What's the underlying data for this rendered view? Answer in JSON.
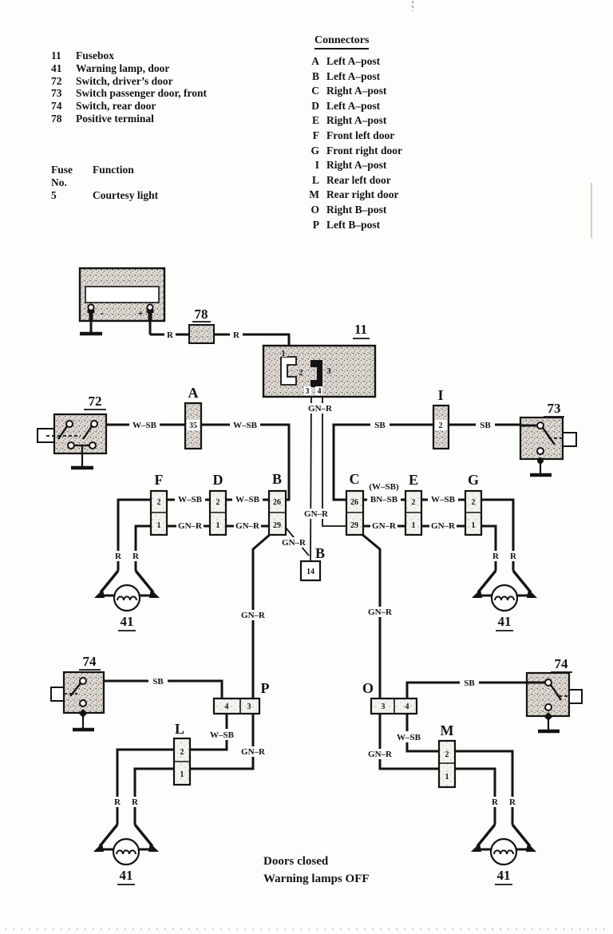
{
  "header": {
    "legend": [
      {
        "num": "11",
        "label": "Fusebox"
      },
      {
        "num": "41",
        "label": "Warning lamp, door"
      },
      {
        "num": "72",
        "label": "Switch, driver’s door"
      },
      {
        "num": "73",
        "label": "Switch passenger door, front"
      },
      {
        "num": "74",
        "label": "Switch, rear door"
      },
      {
        "num": "78",
        "label": "Positive terminal"
      }
    ],
    "fuse_table": {
      "col_fuse": "Fuse",
      "col_no": "No.",
      "col_function": "Function",
      "rows": [
        {
          "no": "5",
          "function": "Courtesy light"
        }
      ]
    },
    "connectors_title": "Connectors",
    "connectors": [
      {
        "key": "A",
        "label": "Left A–post"
      },
      {
        "key": "B",
        "label": "Left A–post"
      },
      {
        "key": "C",
        "label": "Right A–post"
      },
      {
        "key": "D",
        "label": "Left A–post"
      },
      {
        "key": "E",
        "label": "Right A–post"
      },
      {
        "key": "F",
        "label": "Front left door"
      },
      {
        "key": "G",
        "label": "Front right door"
      },
      {
        "key": "I",
        "label": "Right A–post"
      },
      {
        "key": "L",
        "label": "Rear left door"
      },
      {
        "key": "M",
        "label": "Rear right door"
      },
      {
        "key": "O",
        "label": "Right B–post"
      },
      {
        "key": "P",
        "label": "Left B–post"
      }
    ]
  },
  "diagram": {
    "refs": {
      "fusebox": "11",
      "lamp": "41",
      "switch_driver": "72",
      "switch_passenger": "73",
      "switch_rear": "74",
      "positive_terminal": "78"
    },
    "letters": {
      "a": "A",
      "b": "B",
      "c": "C",
      "d": "D",
      "e": "E",
      "f": "F",
      "g": "G",
      "i": "I",
      "l": "L",
      "m": "M",
      "o": "O",
      "p": "P"
    },
    "pins": {
      "n1": "1",
      "n2": "2",
      "n3": "3",
      "n4": "4",
      "n14": "14",
      "n26": "26",
      "n29": "29",
      "n35": "35"
    },
    "wires": {
      "r": "R",
      "sb": "SB",
      "w_sb": "W–SB",
      "gn_r": "GN–R",
      "bn_sb": "BN–SB",
      "w_sb_paren": "(W–SB)"
    },
    "battery": {
      "minus": "-",
      "plus": "+"
    },
    "note_1": "Doors closed",
    "note_2": "Warning lamps OFF"
  }
}
